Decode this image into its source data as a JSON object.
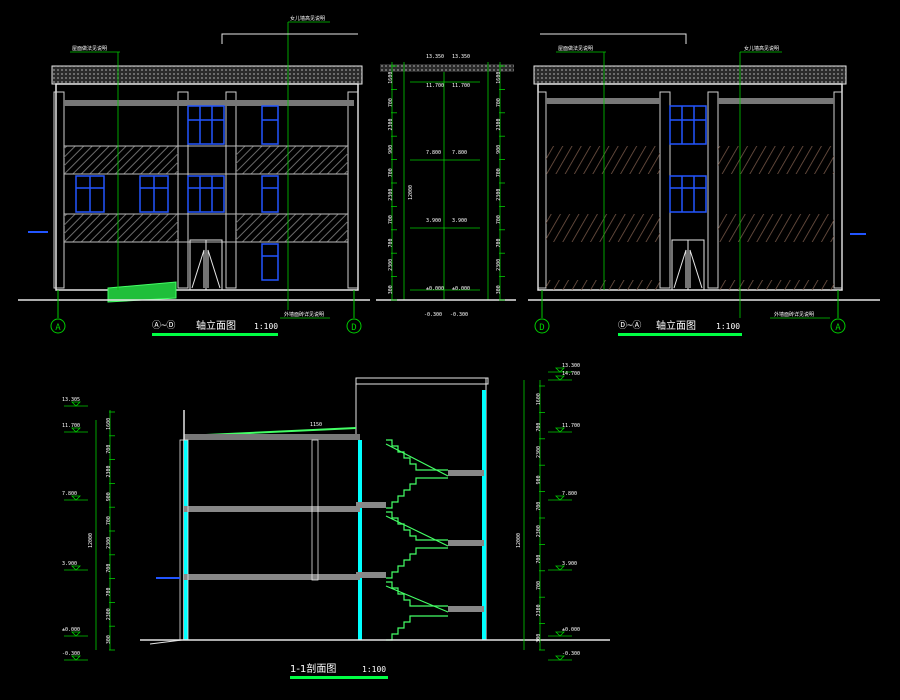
{
  "canvas": {
    "background": "#000000"
  },
  "colors": {
    "outline": "#e6e6e6",
    "dim": "#00cc00",
    "frame": "#888888",
    "window": "#2255ff",
    "glass": "#ffffff",
    "accent": "#00ffff",
    "slab": "#777777",
    "label": "#ffffff",
    "axis": "#00cc00",
    "underline": "#00ff44",
    "hatch": "#5a4a3a"
  },
  "elevation_a_d": {
    "title_axes": "Ⓐ~Ⓓ",
    "title_suffix": "轴立面图",
    "scale": "1:100",
    "axis_left": "A",
    "axis_right": "D",
    "roof_note": "屋面做法见说明",
    "parapet_note": "女儿墙高见说明",
    "wall_note": "外墙面砖详见说明"
  },
  "elevation_d_a": {
    "title_axes": "Ⓓ~Ⓐ",
    "title_suffix": "轴立面图",
    "scale": "1:100",
    "axis_left": "D",
    "axis_right": "A",
    "roof_note": "屋面做法见说明",
    "parapet_note": "女儿墙高见说明",
    "wall_note": "外墙面砖详见说明"
  },
  "side_elevation": {
    "level_top_a": "13.350",
    "level_top_b": "13.350",
    "level_3a": "11.700",
    "level_3b": "11.700",
    "level_2a": "7.800",
    "level_2b": "7.800",
    "level_1a": "3.900",
    "level_1b": "3.900",
    "level_0a": "±0.000",
    "level_0b": "±0.000",
    "level_ground": "-0.300",
    "level_ground_b": "-0.300",
    "dims_left": [
      "1600",
      "700",
      "2300",
      "900",
      "700",
      "2300",
      "700",
      "700",
      "2300",
      "300"
    ],
    "dims_total": "12000"
  },
  "section": {
    "title": "1-1剖面图",
    "scale": "1:100",
    "left_levels": [
      "13.305",
      "11.700",
      "7.800",
      "3.900",
      "±0.000",
      "-0.300"
    ],
    "right_levels": [
      "13.300",
      "14.700",
      "11.700",
      "7.800",
      "3.900",
      "±0.000",
      "-0.300"
    ],
    "dims_left": [
      "1600",
      "700",
      "2300",
      "900",
      "700",
      "2300",
      "700",
      "700",
      "2300",
      "300"
    ],
    "dims_total": "12000",
    "roof_dim": "1150"
  }
}
